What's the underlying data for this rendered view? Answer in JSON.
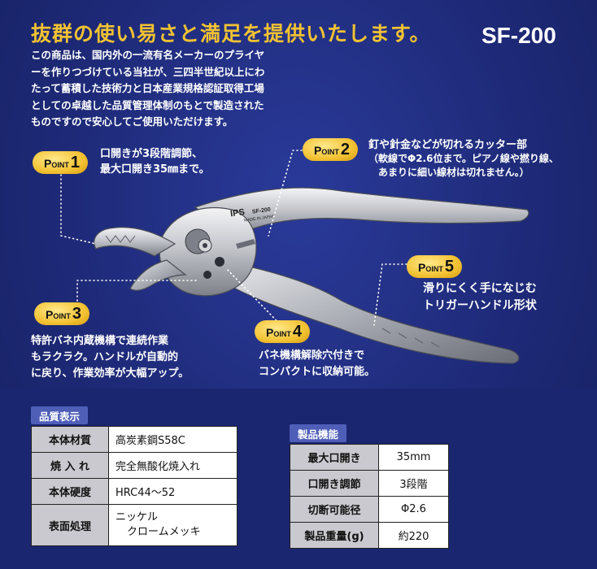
{
  "header": {
    "title": "抜群の使い易さと満足を提供いたします。",
    "model": "SF-200"
  },
  "intro_lines": [
    "この商品は、国内外の一流有名メーカーのプライヤ",
    "ーを作りつづけている当社が、三四半世紀以上にわ",
    "たって蓄積した技術力と日本産業規格認証取得工場",
    "としての卓越した品質管理体制のもとで製造された",
    "ものですので安心してご使用いただけます。"
  ],
  "tool_marking": {
    "brand": "IPS",
    "model_code": "SF-200",
    "origin": "MADE IN JAPAN"
  },
  "points": [
    {
      "p": "P",
      "oint": "OINT",
      "num": "1",
      "lines": [
        "口開きが3段階調節、",
        "最大口開き35㎜まで。"
      ]
    },
    {
      "p": "P",
      "oint": "OINT",
      "num": "2",
      "lines": [
        "釘や針金などが切れるカッター部",
        "（軟線でΦ2.6位まで。ピアノ線や撚り線、",
        "　あまりに細い線材は切れません。）"
      ]
    },
    {
      "p": "P",
      "oint": "OINT",
      "num": "3",
      "lines": [
        "特許バネ内蔵機構で連続作業",
        "もラクラク。ハンドルが自動的",
        "に戻り、作業効率が大幅アップ。"
      ]
    },
    {
      "p": "P",
      "oint": "OINT",
      "num": "4",
      "lines": [
        "バネ機構解除穴付きで",
        "コンパクトに収納可能。"
      ]
    },
    {
      "p": "P",
      "oint": "OINT",
      "num": "5",
      "lines": [
        "滑りにくく手になじむ",
        "トリガーハンドル形状"
      ]
    }
  ],
  "quality_table": {
    "heading": "品質表示",
    "rows": [
      {
        "key": "本体材質",
        "value": "高炭素鋼S58C"
      },
      {
        "key": "焼 入 れ",
        "value": "完全無酸化焼入れ"
      },
      {
        "key": "本体硬度",
        "value": "HRC44～52"
      },
      {
        "key": "表面処理",
        "value": "ニッケル",
        "value2": "クロームメッキ"
      }
    ]
  },
  "function_table": {
    "heading": "製品機能",
    "rows": [
      {
        "key": "最大口開き",
        "value": "35mm"
      },
      {
        "key": "口開き調節",
        "value": "3段階"
      },
      {
        "key": "切断可能径",
        "value": "Φ2.6"
      },
      {
        "key": "製品重量(g)",
        "value": "約220"
      }
    ]
  },
  "colors": {
    "background": "#1f2a7a",
    "title": "#f2c232",
    "badge": "#f3c233",
    "table_head": "#4f5fb8"
  }
}
